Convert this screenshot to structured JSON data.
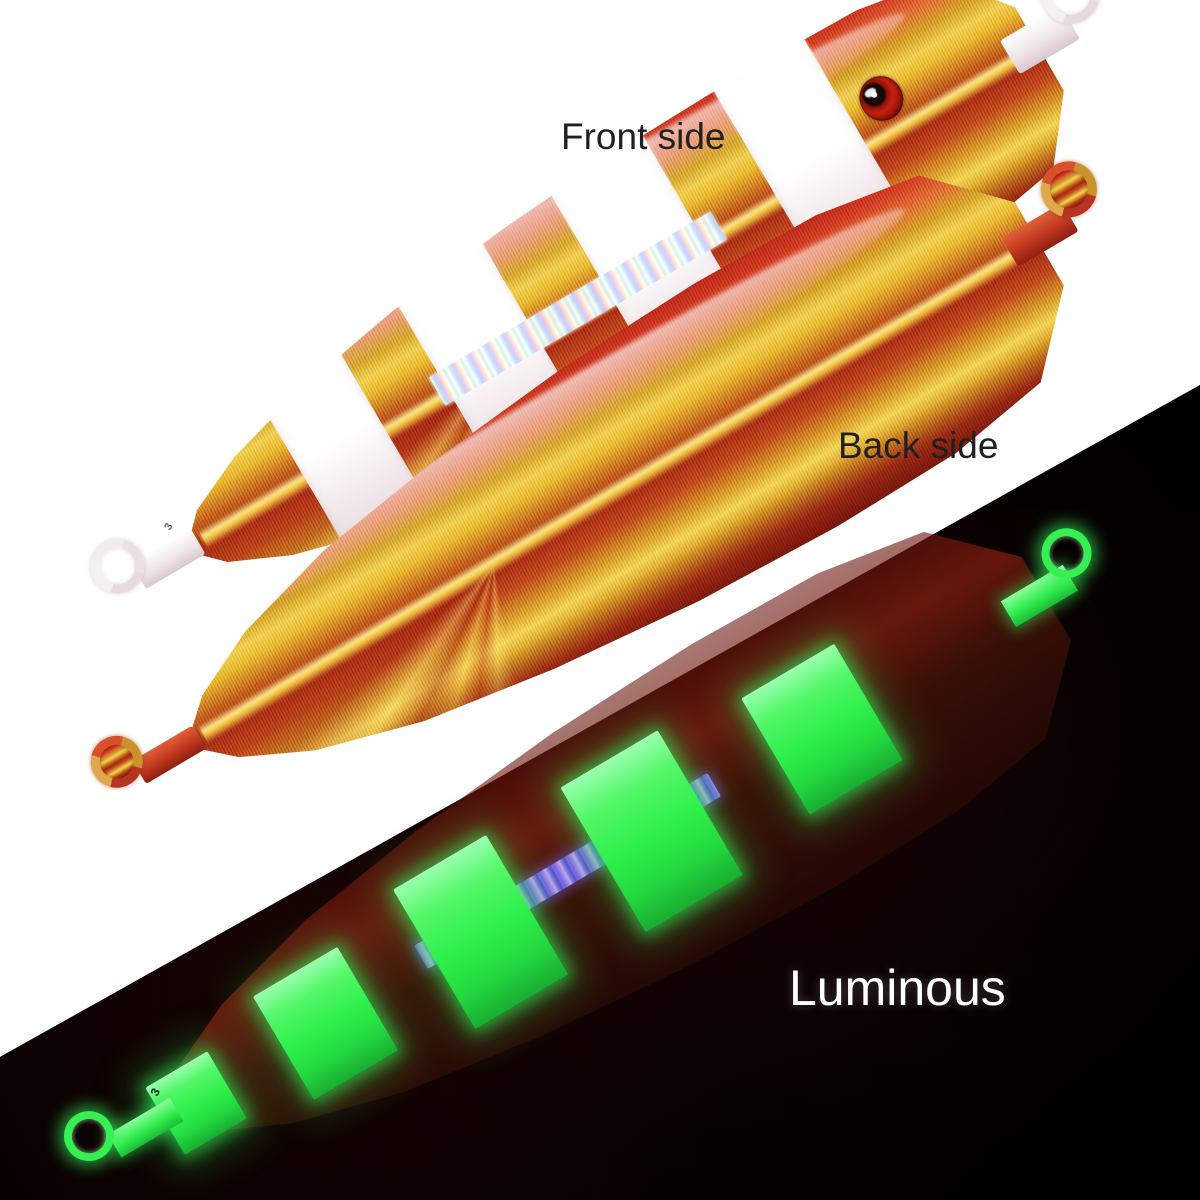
{
  "scene": {
    "title": "Metal jig fishing lure product photo",
    "background_color": "#ffffff",
    "night_background_color": "#000000"
  },
  "labels": {
    "front": "Front side",
    "back": "Back side",
    "luminous": "Luminous"
  },
  "markings": {
    "front_tail_stamp": "3",
    "luminous_tail_stamp": "3"
  },
  "colors": {
    "body_red": "#b22216",
    "body_gold": "#f0cf52",
    "glow_band_green": "#2ef04a",
    "glow_prism_purple": "#7b7cff",
    "glow_band_highlight": "#9bffb0",
    "glow_paint_white": "#ffffff",
    "eye_red": "#c6200f",
    "eye_pupil": "#120707",
    "label_dark": "#221f1f",
    "label_light": "#ffffff"
  },
  "items": [
    {
      "name": "front-side-jig",
      "label": "Front side",
      "finish": "red-gold holographic with white luminous bands",
      "band_count": 4,
      "has_eye": true,
      "has_prism_strip": true,
      "ring_color": "pale-white"
    },
    {
      "name": "back-side-jig",
      "label": "Back side",
      "finish": "red-gold holographic starburst, no bands",
      "band_count": 0,
      "has_eye": false,
      "has_prism_strip": false,
      "ring_color": "red-gold metallic"
    },
    {
      "name": "luminous-jig",
      "label": "Luminous",
      "finish": "glow-in-the-dark green bands and purple prism strip in darkness",
      "band_count": 4,
      "has_eye": false,
      "has_prism_strip": true,
      "ring_color": "glow-green"
    }
  ]
}
